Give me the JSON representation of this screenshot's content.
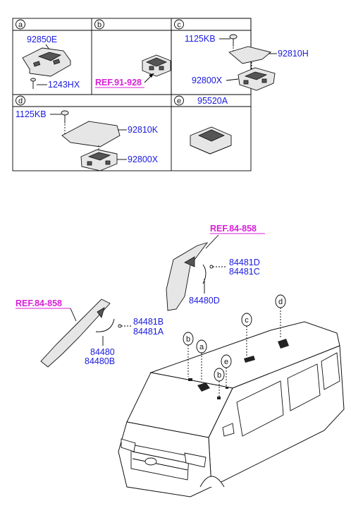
{
  "cells": {
    "a": {
      "letter": "a",
      "parts": [
        "92850E",
        "1243HX"
      ]
    },
    "b": {
      "letter": "b",
      "ref": "REF.91-928"
    },
    "c": {
      "letter": "c",
      "parts": [
        "1125KB",
        "92810H",
        "92800X"
      ]
    },
    "d": {
      "letter": "d",
      "parts": [
        "1125KB",
        "92810K",
        "92800X"
      ]
    },
    "e": {
      "letter": "e",
      "part": "95520A"
    }
  },
  "lower": {
    "ref_upper": "REF.84-858",
    "ref_lower": "REF.84-858",
    "upper_group": [
      "84481D",
      "84481C",
      "84480D"
    ],
    "lower_group": [
      "84481B",
      "84481A",
      "84480",
      "84480B"
    ],
    "callouts": [
      "a",
      "b",
      "c",
      "d",
      "e",
      "b"
    ]
  },
  "colors": {
    "part_number": "#1a1ae0",
    "reference": "#d81fd8"
  }
}
